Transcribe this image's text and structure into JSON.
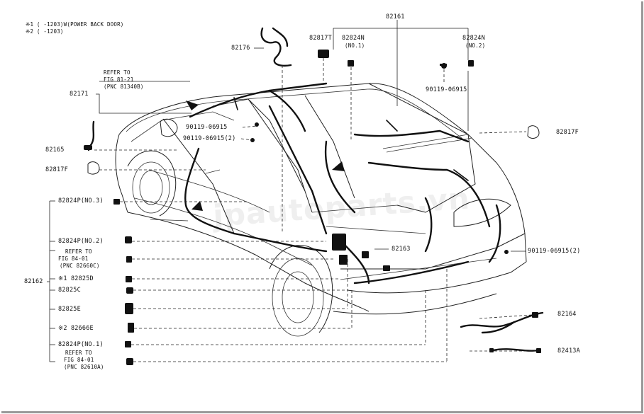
{
  "notes": {
    "note1_mark": "※1",
    "note1_text": "(    -1203)W(POWER BACK DOOR)",
    "note2_mark": "※2",
    "note2_text": "(    -1203)"
  },
  "watermark": "jpautoparts.vn",
  "top_labels": {
    "l82161": "82161",
    "l82176": "82176",
    "l82817T": "82817T",
    "l82824N_a": "82824N",
    "l82824N_a_sub": "(NO.1)",
    "l82824N_b": "82824N",
    "l82824N_b_sub": "(NO.2)",
    "l90119_a": "90119-06915"
  },
  "refer_81": {
    "line1": "REFER TO",
    "line2": "FIG 81-21",
    "line3": "(PNC 81340B)"
  },
  "left_labels": {
    "l82171": "82171",
    "l82165": "82165",
    "l82817F_left": "82817F",
    "l82162": "82162"
  },
  "mid_labels": {
    "l90119_b": "90119-06915",
    "l90119_c": "90119-06915(2)",
    "l82163": "82163"
  },
  "right_labels": {
    "l82817F_right": "82817F",
    "l90119_d": "90119-06915(2)",
    "l82164": "82164",
    "l82413A": "82413A"
  },
  "parts_list": [
    {
      "id": "p1",
      "text": "82824P(NO.3)"
    },
    {
      "id": "p2",
      "text": "82824P(NO.2)"
    },
    {
      "id": "p3a",
      "text": "REFER TO"
    },
    {
      "id": "p3b",
      "text": "FIG 84-01"
    },
    {
      "id": "p3c",
      "text": "(PNC 82660C)"
    },
    {
      "id": "p4",
      "text": "※1  82825D"
    },
    {
      "id": "p5",
      "text": "82825C"
    },
    {
      "id": "p6",
      "text": "82825E"
    },
    {
      "id": "p7",
      "text": "※2  82666E"
    },
    {
      "id": "p8",
      "text": "82824P(NO.1)"
    },
    {
      "id": "p9a",
      "text": "REFER TO"
    },
    {
      "id": "p9b",
      "text": "FIG 84-01"
    },
    {
      "id": "p9c",
      "text": "(PNC 82610A)"
    }
  ]
}
